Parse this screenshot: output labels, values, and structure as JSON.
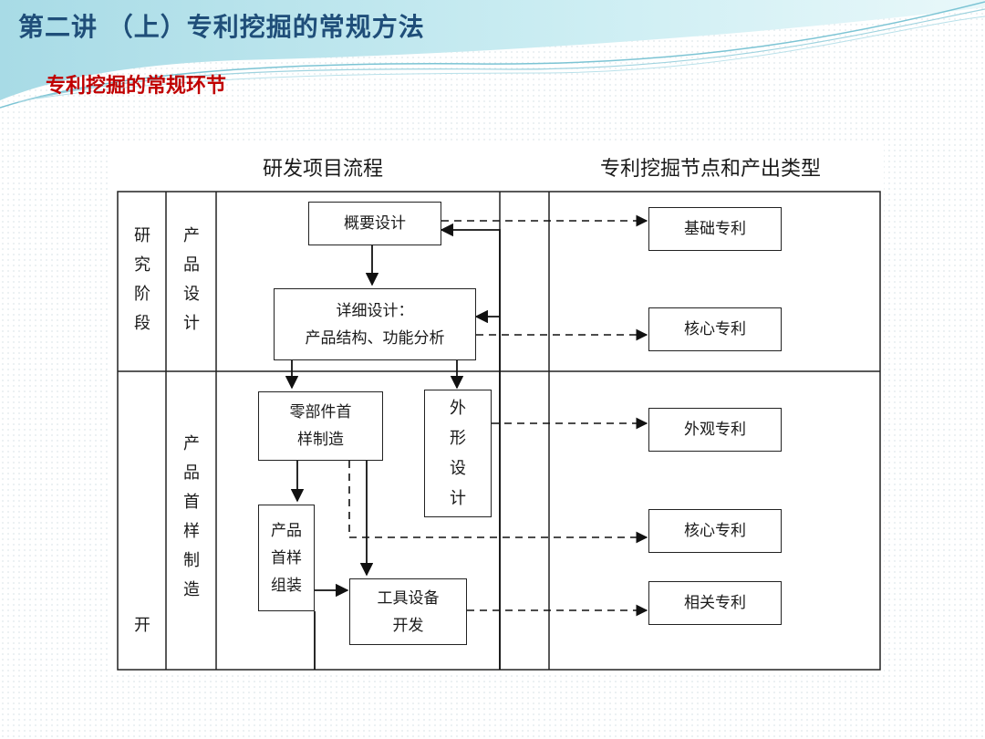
{
  "slide": {
    "title": "第二讲 （上）专利挖掘的常规方法",
    "subtitle": "专利挖掘的常规环节"
  },
  "diagram": {
    "left_header": "研发项目流程",
    "right_header": "专利挖掘节点和产出类型",
    "stage_research": "研究阶段",
    "stage_develop": "开",
    "phase_design": "产品设计",
    "phase_sample": "产品首样制造",
    "nodes": {
      "outline_design": "概要设计",
      "detail_design_1": "详细设计：",
      "detail_design_2": "产品结构、功能分析",
      "parts_sample_1": "零部件首",
      "parts_sample_2": "样制造",
      "appearance_design": "外形设计",
      "assembly_1": "产品",
      "assembly_2": "首样",
      "assembly_3": "组装",
      "tooling_1": "工具设备",
      "tooling_2": "开发"
    },
    "outputs": {
      "basic_patent": "基础专利",
      "core_patent_1": "核心专利",
      "design_patent": "外观专利",
      "core_patent_2": "核心专利",
      "related_patent": "相关专利"
    }
  }
}
